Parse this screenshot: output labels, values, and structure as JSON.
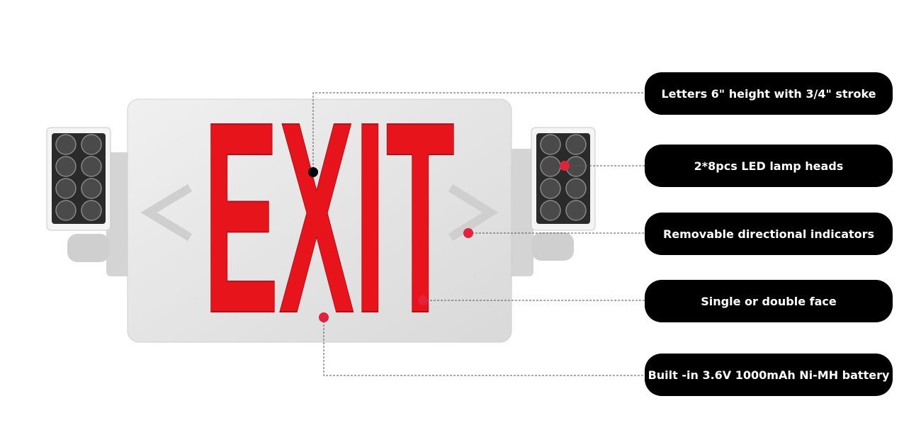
{
  "sign": {
    "letters": "EXIT"
  },
  "callouts": [
    {
      "label": "Letters 6\" height with 3/4\" stroke",
      "dot_color": "#000000"
    },
    {
      "label": "2*8pcs LED lamp heads",
      "dot_color": "#e2223b"
    },
    {
      "label": "Removable directional indicators",
      "dot_color": "#e2223b"
    },
    {
      "label": "Single or double face",
      "dot_color": "#e2223b"
    },
    {
      "label": "Built -in 3.6V 1000mAh Ni-MH battery",
      "dot_color": "#e2223b"
    }
  ],
  "colors": {
    "letter_red": "#e8141c",
    "housing": "#e6e6e6",
    "pill": "#000000"
  }
}
